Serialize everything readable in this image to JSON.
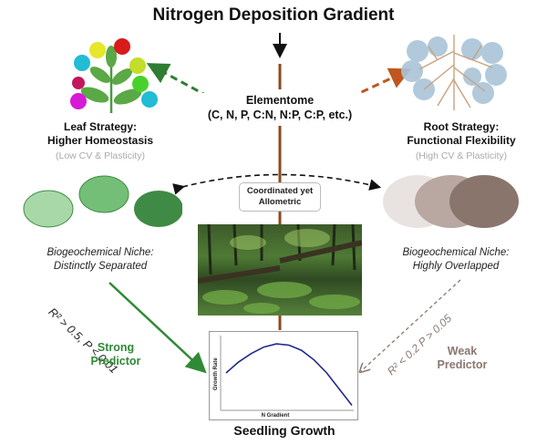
{
  "title": "Nitrogen Deposition Gradient",
  "elementome": {
    "line1": "Elementome",
    "line2": "(C, N, P, C:N, N:P, C:P, etc.)"
  },
  "leaf": {
    "line1": "Leaf Strategy:",
    "line2": "Higher Homeostasis",
    "sub": "(Low CV & Plasticity)",
    "niche1": "Biogeochemical Niche:",
    "niche2": "Distinctly Separated",
    "stats": "R² > 0.5,  P < 0.01",
    "predictor1": "Strong",
    "predictor2": "Predictor",
    "colors": [
      "#a9d8a8",
      "#74bf77",
      "#3f8a45"
    ]
  },
  "root": {
    "line1": "Root Strategy:",
    "line2": "Functional Flexibility",
    "sub": "(High CV & Plasticity)",
    "niche1": "Biogeochemical Niche:",
    "niche2": "Highly Overlapped",
    "stats": "R² < 0.2   P > 0.05",
    "predictor1": "Weak",
    "predictor2": "Predictor",
    "colors": [
      "#e8e3e1",
      "#b9a7a1",
      "#8a756c"
    ]
  },
  "center_box": {
    "line1": "Coordinated yet",
    "line2": "Allometric"
  },
  "growth_chart": {
    "ylabel": "Growth Rate",
    "xlabel": "N Gradient",
    "caption": "Seedling Growth"
  },
  "colors": {
    "strong": "#2f8a35",
    "weak": "#8a7770",
    "brown_line": "#8b4a1f",
    "leaf_arrow": "#2e7d32",
    "root_arrow": "#c0561d",
    "curve": "#1f2a8a"
  },
  "chart_data": {
    "type": "line",
    "title": "",
    "xlabel": "N Gradient",
    "ylabel": "Growth Rate",
    "x": [
      0,
      0.1,
      0.2,
      0.3,
      0.4,
      0.5,
      0.6,
      0.7,
      0.8,
      0.9,
      1.0
    ],
    "series": [
      {
        "name": "Seedling Growth",
        "values": [
          0.55,
          0.72,
          0.85,
          0.95,
          1.0,
          0.98,
          0.9,
          0.75,
          0.55,
          0.3,
          0.05
        ]
      }
    ],
    "xlim": [
      0,
      1
    ],
    "ylim": [
      0,
      1.1
    ],
    "grid": false
  }
}
